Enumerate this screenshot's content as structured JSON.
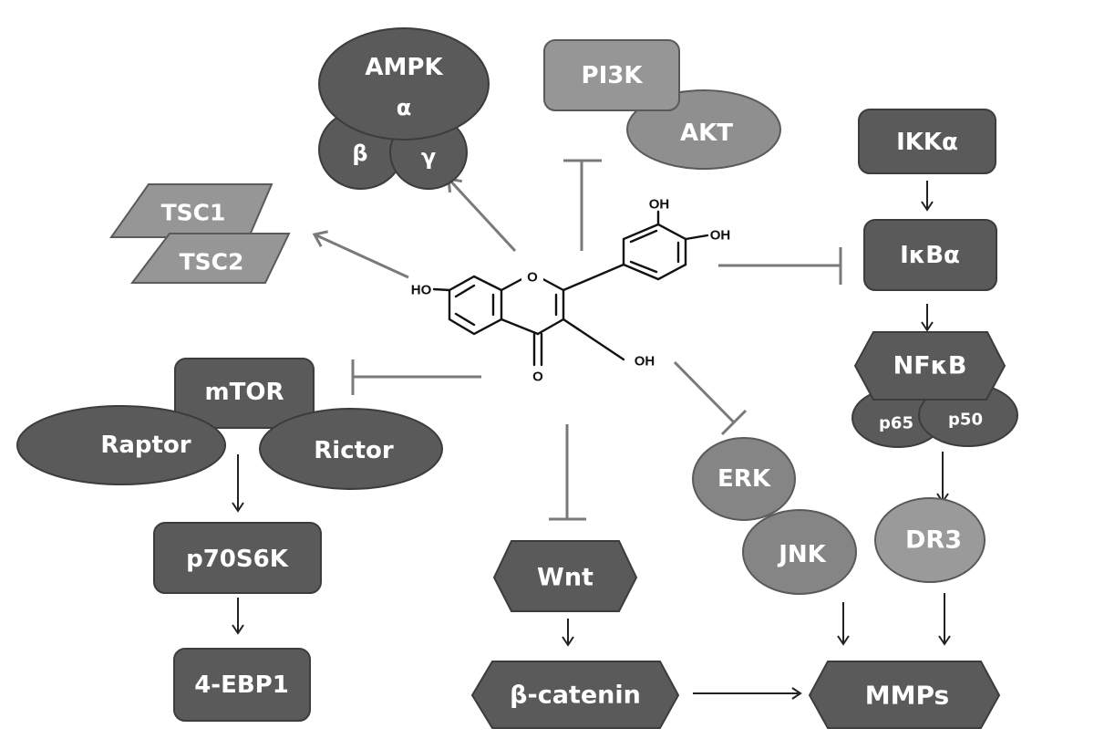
{
  "colors": {
    "dark": "#5a5a5a",
    "medium": "#8a8a8a",
    "light": "#9e9e9e",
    "stroke": "#3c3c3c",
    "inhibit_line": "#777777",
    "arrow_line": "#222222"
  },
  "compound": {
    "name": "fisetin",
    "labels": {
      "ho7": "HO",
      "oh3p": "OH",
      "oh4p": "OH",
      "oh3": "OH",
      "o_ring": "O",
      "o_carbonyl": "O"
    }
  },
  "nodes": {
    "ampk": {
      "label": "AMPK",
      "alpha": "α",
      "beta": "β",
      "gamma": "γ"
    },
    "pi3k": {
      "label": "PI3K"
    },
    "akt": {
      "label": "AKT"
    },
    "tsc1": {
      "label": "TSC1"
    },
    "tsc2": {
      "label": "TSC2"
    },
    "ikka": {
      "label": "IKKα"
    },
    "ikba": {
      "label": "IκBα"
    },
    "nfkb": {
      "label": "NFκB",
      "p65": "p65",
      "p50": "p50"
    },
    "mtor": {
      "label": "mTOR"
    },
    "raptor": {
      "label": "Raptor"
    },
    "rictor": {
      "label": "Rictor"
    },
    "p70s6k": {
      "label": "p70S6K"
    },
    "ebp1": {
      "label": "4-EBP1"
    },
    "wnt": {
      "label": "Wnt"
    },
    "bcatenin": {
      "label": "β-catenin"
    },
    "erk": {
      "label": "ERK"
    },
    "jnk": {
      "label": "JNK"
    },
    "dr3": {
      "label": "DR3"
    },
    "mmps": {
      "label": "MMPs"
    }
  },
  "edges": [
    {
      "from": "compound",
      "to": "ampk",
      "type": "activation"
    },
    {
      "from": "compound",
      "to": "tsc1/tsc2",
      "type": "activation"
    },
    {
      "from": "compound",
      "to": "pi3k/akt",
      "type": "inhibition"
    },
    {
      "from": "compound",
      "to": "ikba",
      "type": "inhibition"
    },
    {
      "from": "compound",
      "to": "mtor",
      "type": "inhibition"
    },
    {
      "from": "compound",
      "to": "wnt",
      "type": "inhibition"
    },
    {
      "from": "compound",
      "to": "erk/jnk",
      "type": "inhibition"
    },
    {
      "from": "ikka",
      "to": "ikba",
      "type": "arrow"
    },
    {
      "from": "ikba",
      "to": "nfkb",
      "type": "arrow"
    },
    {
      "from": "nfkb",
      "to": "dr3",
      "type": "arrow"
    },
    {
      "from": "raptor",
      "to": "p70s6k",
      "type": "arrow"
    },
    {
      "from": "p70s6k",
      "to": "4-ebp1",
      "type": "arrow"
    },
    {
      "from": "wnt",
      "to": "bcatenin",
      "type": "arrow"
    },
    {
      "from": "bcatenin",
      "to": "mmps",
      "type": "arrow"
    },
    {
      "from": "jnk",
      "to": "mmps",
      "type": "arrow"
    },
    {
      "from": "dr3",
      "to": "mmps",
      "type": "arrow"
    }
  ]
}
